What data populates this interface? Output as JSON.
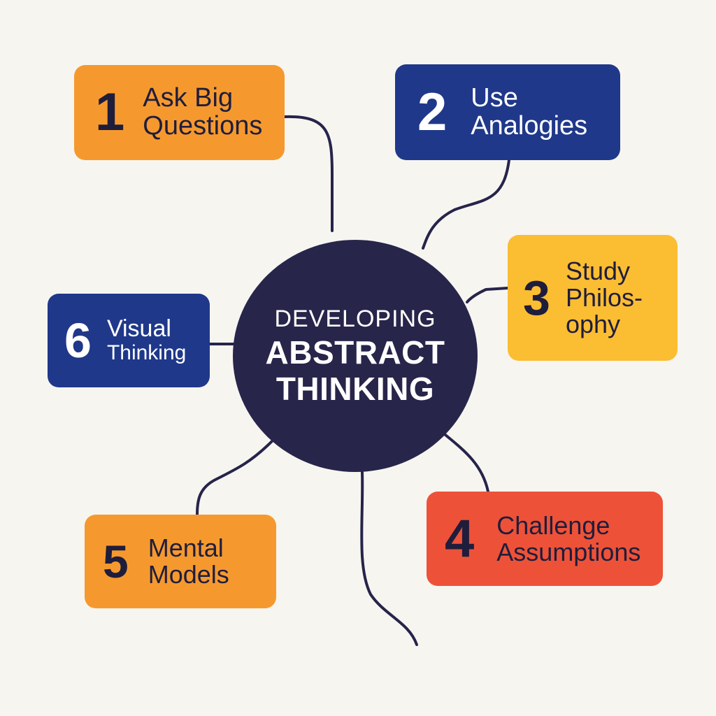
{
  "center": {
    "line1": "DEVELOPING",
    "line2": "ABSTRACT",
    "line3": "THINKING"
  },
  "nodes": [
    {
      "number": "1",
      "lines": [
        "Ask Big",
        "Questions"
      ],
      "color": "#f5992f",
      "text_color": "#1f1d3c"
    },
    {
      "number": "2",
      "lines": [
        "Use",
        "Analogies"
      ],
      "color": "#1f388a",
      "text_color": "#ffffff"
    },
    {
      "number": "3",
      "lines": [
        "Study",
        "Philos-",
        "ophy"
      ],
      "color": "#fbbd32",
      "text_color": "#1f1d3c"
    },
    {
      "number": "4",
      "lines": [
        "Challenge",
        "Assumptions"
      ],
      "color": "#ed5238",
      "text_color": "#1f1d3c"
    },
    {
      "number": "5",
      "lines": [
        "Mental",
        "Models"
      ],
      "color": "#f5992f",
      "text_color": "#1f1d3c"
    },
    {
      "number": "6",
      "lines": [
        "Visual",
        "Thinking"
      ],
      "color": "#1f388a",
      "text_color": "#ffffff"
    }
  ],
  "colors": {
    "background": "#f7f5f0",
    "center_fill": "#27254a",
    "connector": "#26244a"
  }
}
